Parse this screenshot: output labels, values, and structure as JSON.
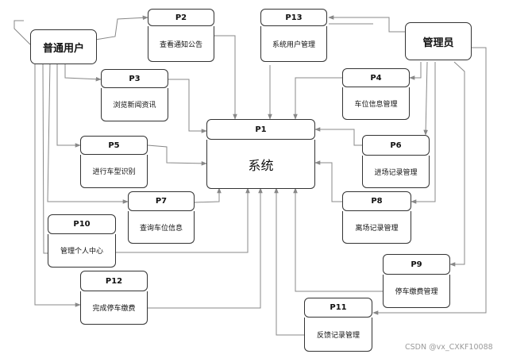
{
  "actors": {
    "user": "普通用户",
    "admin": "管理员"
  },
  "processes": {
    "p1": {
      "id": "P1",
      "label": "系统"
    },
    "p2": {
      "id": "P2",
      "label": "查看通知公告"
    },
    "p3": {
      "id": "P3",
      "label": "浏览新闻资讯"
    },
    "p4": {
      "id": "P4",
      "label": "车位信息管理"
    },
    "p5": {
      "id": "P5",
      "label": "进行车型识别"
    },
    "p6": {
      "id": "P6",
      "label": "进场记录管理"
    },
    "p7": {
      "id": "P7",
      "label": "查询车位信息"
    },
    "p8": {
      "id": "P8",
      "label": "离场记录管理"
    },
    "p9": {
      "id": "P9",
      "label": "停车缴费管理"
    },
    "p10": {
      "id": "P10",
      "label": "管理个人中心"
    },
    "p11": {
      "id": "P11",
      "label": "反馈记录管理"
    },
    "p12": {
      "id": "P12",
      "label": "完成停车缴费"
    },
    "p13": {
      "id": "P13",
      "label": "系统用户管理"
    }
  },
  "watermark": "CSDN @vx_CXKF10088",
  "colors": {
    "line": "#888888",
    "border": "#333333"
  }
}
